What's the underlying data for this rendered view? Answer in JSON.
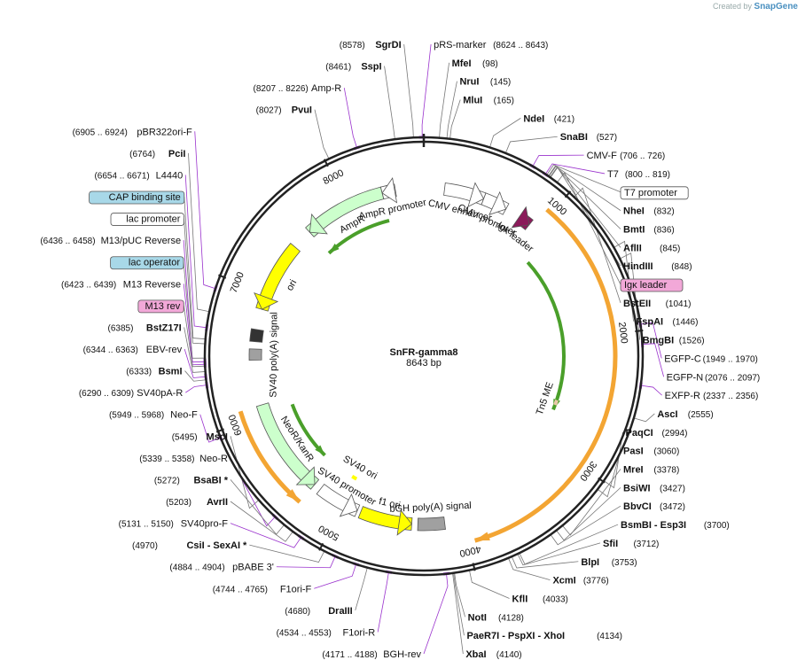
{
  "watermark": {
    "prefix": "Created by",
    "brand": "SnapGene"
  },
  "plasmid": {
    "name": "SnFR-gamma8",
    "length_label": "8643 bp",
    "length": 8643
  },
  "ticks": [
    {
      "pos": 1000,
      "label": "1000"
    },
    {
      "pos": 2000,
      "label": "2000"
    },
    {
      "pos": 3000,
      "label": "3000"
    },
    {
      "pos": 4000,
      "label": "4000"
    },
    {
      "pos": 5000,
      "label": "5000"
    },
    {
      "pos": 6000,
      "label": "6000"
    },
    {
      "pos": 7000,
      "label": "7000"
    },
    {
      "pos": 8000,
      "label": "8000"
    }
  ],
  "features": [
    {
      "name": "CMV enhancer",
      "start": 170,
      "end": 500,
      "ring": 1,
      "color": "#ffffff",
      "dir": 1
    },
    {
      "name": "CMV promoter",
      "start": 500,
      "end": 700,
      "ring": 1,
      "color": "#ffffff",
      "dir": 1
    },
    {
      "name": "Igκ leader",
      "start": 870,
      "end": 930,
      "ring": 1,
      "color": "#8b1a5a",
      "dir": 1
    },
    {
      "name": "",
      "start": 960,
      "end": 3950,
      "ring": 0,
      "color": "#f3a533",
      "dir": 1
    },
    {
      "name": "",
      "start": 1150,
      "end": 2700,
      "ring": 2,
      "color": "#4a9f2a",
      "dir": 1
    },
    {
      "name": "Tn5 ME",
      "start": 2600,
      "end": 2650,
      "ring": 2,
      "color": "#e8c8a8",
      "dir": 0
    },
    {
      "name": "bGH poly(A) signal",
      "start": 4150,
      "end": 4370,
      "ring": 1,
      "color": "#a0a0a0",
      "dir": 0
    },
    {
      "name": "f1 ori",
      "start": 4420,
      "end": 4850,
      "ring": 1,
      "color": "#ffff00",
      "dir": -1
    },
    {
      "name": "SV40 promoter",
      "start": 4880,
      "end": 5230,
      "ring": 1,
      "color": "#ffffff",
      "dir": -1
    },
    {
      "name": "SV40 ori",
      "start": 5010,
      "end": 5060,
      "ring": 2,
      "color": "#ffff00",
      "dir": 0
    },
    {
      "name": "",
      "start": 5290,
      "end": 6080,
      "ring": 0,
      "color": "#f3a533",
      "dir": -1
    },
    {
      "name": "NeoR/KanR",
      "start": 5290,
      "end": 6080,
      "ring": 1,
      "color": "#ccffcc",
      "dir": -1
    },
    {
      "name": "",
      "start": 5400,
      "end": 6000,
      "ring": 2,
      "color": "#4a9f2a",
      "dir": -1
    },
    {
      "name": "SV40 poly(A) signal",
      "start": 6450,
      "end": 6540,
      "ring": 1,
      "color": "#a0a0a0",
      "dir": 0
    },
    {
      "name": "",
      "start": 6600,
      "end": 6700,
      "ring": 1,
      "color": "#333333",
      "dir": 0
    },
    {
      "name": "ori",
      "start": 6870,
      "end": 7450,
      "ring": 1,
      "color": "#ffff00",
      "dir": -1
    },
    {
      "name": "AmpR",
      "start": 7620,
      "end": 8300,
      "ring": 1,
      "color": "#ccffcc",
      "dir": -1
    },
    {
      "name": "",
      "start": 7620,
      "end": 8300,
      "ring": 2,
      "color": "#4a9f2a",
      "dir": -1
    },
    {
      "name": "AmpR promoter",
      "start": 8300,
      "end": 8410,
      "ring": 1,
      "color": "#ffffff",
      "dir": -1
    }
  ],
  "labels_right": [
    {
      "name": "pRS-marker",
      "pos": "(8624 .. 8643)",
      "kind": "primer",
      "site": 8633
    },
    {
      "name": "MfeI",
      "pos": "(98)",
      "kind": "enzyme",
      "site": 98
    },
    {
      "name": "NruI",
      "pos": "(145)",
      "kind": "enzyme",
      "site": 145
    },
    {
      "name": "MluI",
      "pos": "(165)",
      "kind": "enzyme",
      "site": 165
    },
    {
      "name": "NdeI",
      "pos": "(421)",
      "kind": "enzyme",
      "site": 421
    },
    {
      "name": "SnaBI",
      "pos": "(527)",
      "kind": "enzyme",
      "site": 527
    },
    {
      "name": "CMV-F",
      "pos": "(706 .. 726)",
      "kind": "primer",
      "site": 716
    },
    {
      "name": "T7",
      "pos": "(800 .. 819)",
      "kind": "primer",
      "site": 810
    },
    {
      "name": "T7 promoter",
      "pos": "",
      "kind": "boxed",
      "site": 820
    },
    {
      "name": "NheI",
      "pos": "(832)",
      "kind": "enzyme",
      "site": 832
    },
    {
      "name": "BmtI",
      "pos": "(836)",
      "kind": "enzyme",
      "site": 836
    },
    {
      "name": "AflII",
      "pos": "(845)",
      "kind": "enzyme",
      "site": 845
    },
    {
      "name": "HindIII",
      "pos": "(848)",
      "kind": "enzyme",
      "site": 848
    },
    {
      "name": "Igκ leader",
      "pos": "",
      "kind": "pink",
      "site": 900
    },
    {
      "name": "BstEII",
      "pos": "(1041)",
      "kind": "enzyme",
      "site": 1041
    },
    {
      "name": "FspAI",
      "pos": "(1446)",
      "kind": "enzyme",
      "site": 1446
    },
    {
      "name": "BmgBI",
      "pos": "(1526)",
      "kind": "enzyme",
      "site": 1526
    },
    {
      "name": "EGFP-C",
      "pos": "(1949 .. 1970)",
      "kind": "primer",
      "site": 1960
    },
    {
      "name": "EGFP-N",
      "pos": "(2076 .. 2097)",
      "kind": "primer",
      "site": 2086
    },
    {
      "name": "EXFP-R",
      "pos": "(2337 .. 2356)",
      "kind": "primer",
      "site": 2346
    },
    {
      "name": "AscI",
      "pos": "(2555)",
      "kind": "enzyme",
      "site": 2555
    },
    {
      "name": "PaqCI",
      "pos": "(2994)",
      "kind": "enzyme",
      "site": 2994
    },
    {
      "name": "PasI",
      "pos": "(3060)",
      "kind": "enzyme",
      "site": 3060
    },
    {
      "name": "MreI",
      "pos": "(3378)",
      "kind": "enzyme",
      "site": 3378
    },
    {
      "name": "BsiWI",
      "pos": "(3427)",
      "kind": "enzyme",
      "site": 3427
    },
    {
      "name": "BbvCI",
      "pos": "(3472)",
      "kind": "enzyme",
      "site": 3472
    },
    {
      "name": "BsmBI - Esp3I",
      "pos": "(3700)",
      "kind": "enzyme",
      "site": 3700
    },
    {
      "name": "SfiI",
      "pos": "(3712)",
      "kind": "enzyme",
      "site": 3712
    },
    {
      "name": "BlpI",
      "pos": "(3753)",
      "kind": "enzyme",
      "site": 3753
    },
    {
      "name": "XcmI",
      "pos": "(3776)",
      "kind": "enzyme",
      "site": 3776
    },
    {
      "name": "KflI",
      "pos": "(4033)",
      "kind": "enzyme",
      "site": 4033
    },
    {
      "name": "NotI",
      "pos": "(4128)",
      "kind": "enzyme",
      "site": 4128
    },
    {
      "name": "PaeR7I - PspXI - XhoI",
      "pos": "(4134)",
      "kind": "enzyme",
      "site": 4134
    },
    {
      "name": "XbaI",
      "pos": "(4140)",
      "kind": "enzyme",
      "site": 4140
    }
  ],
  "labels_left": [
    {
      "name": "SgrDI",
      "pos": "(8578)",
      "kind": "enzyme",
      "site": 8578
    },
    {
      "name": "SspI",
      "pos": "(8461)",
      "kind": "enzyme",
      "site": 8461
    },
    {
      "name": "Amp-R",
      "pos": "(8207 .. 8226)",
      "kind": "primer",
      "site": 8216
    },
    {
      "name": "PvuI",
      "pos": "(8027)",
      "kind": "enzyme",
      "site": 8027
    },
    {
      "name": "pBR322ori-F",
      "pos": "(6905 .. 6924)",
      "kind": "primer",
      "site": 6914
    },
    {
      "name": "PciI",
      "pos": "(6764)",
      "kind": "enzyme",
      "site": 6764
    },
    {
      "name": "L4440",
      "pos": "(6654 .. 6671)",
      "kind": "primer",
      "site": 6662
    },
    {
      "name": "CAP binding site",
      "pos": "",
      "kind": "blue",
      "site": 6590
    },
    {
      "name": "lac promoter",
      "pos": "",
      "kind": "boxed",
      "site": 6560
    },
    {
      "name": "M13/pUC Reverse",
      "pos": "(6436 .. 6458)",
      "kind": "primer",
      "site": 6447
    },
    {
      "name": "lac operator",
      "pos": "",
      "kind": "blue",
      "site": 6470
    },
    {
      "name": "M13 Reverse",
      "pos": "(6423 .. 6439)",
      "kind": "primer",
      "site": 6431
    },
    {
      "name": "M13 rev",
      "pos": "",
      "kind": "pink",
      "site": 6420
    },
    {
      "name": "BstZ17I",
      "pos": "(6385)",
      "kind": "enzyme",
      "site": 6385
    },
    {
      "name": "EBV-rev",
      "pos": "(6344 .. 6363)",
      "kind": "primer",
      "site": 6353
    },
    {
      "name": "BsmI",
      "pos": "(6333)",
      "kind": "enzyme",
      "site": 6333
    },
    {
      "name": "SV40pA-R",
      "pos": "(6290 .. 6309)",
      "kind": "primer",
      "site": 6300
    },
    {
      "name": "Neo-F",
      "pos": "(5949 .. 5968)",
      "kind": "primer",
      "site": 5958
    },
    {
      "name": "MscI",
      "pos": "(5495)",
      "kind": "enzyme",
      "site": 5495
    },
    {
      "name": "Neo-R",
      "pos": "(5339 .. 5358)",
      "kind": "primer",
      "site": 5348
    },
    {
      "name": "BsaBI *",
      "pos": "(5272)",
      "kind": "enzyme",
      "site": 5272
    },
    {
      "name": "AvrII",
      "pos": "(5203)",
      "kind": "enzyme",
      "site": 5203
    },
    {
      "name": "SV40pro-F",
      "pos": "(5131 .. 5150)",
      "kind": "primer",
      "site": 5140
    },
    {
      "name": "CsiI - SexAI *",
      "pos": "(4970)",
      "kind": "enzyme",
      "site": 4970
    },
    {
      "name": "pBABE 3'",
      "pos": "(4884 .. 4904)",
      "kind": "primer",
      "site": 4894
    },
    {
      "name": "F1ori-F",
      "pos": "(4744 .. 4765)",
      "kind": "primer",
      "site": 4754
    },
    {
      "name": "DraIII",
      "pos": "(4680)",
      "kind": "enzyme",
      "site": 4680
    },
    {
      "name": "F1ori-R",
      "pos": "(4534 .. 4553)",
      "kind": "primer",
      "site": 4543
    },
    {
      "name": "BGH-rev",
      "pos": "(4171 .. 4188)",
      "kind": "primer",
      "site": 4179
    }
  ],
  "colors": {
    "primer": "#9a32cd",
    "enzyme": "#111111",
    "ring": "#222222",
    "leader": "#777777"
  }
}
